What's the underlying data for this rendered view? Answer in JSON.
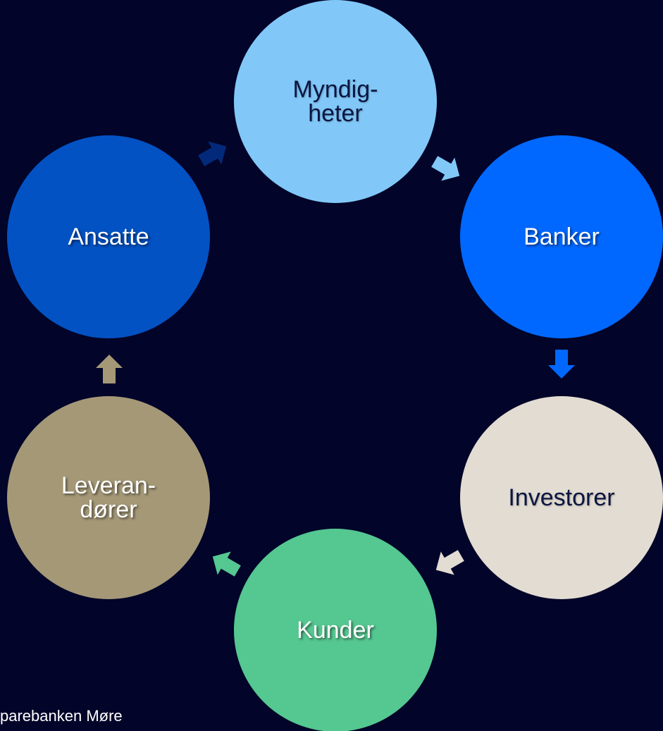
{
  "diagram": {
    "nodes": [
      {
        "id": "myndigheter",
        "label": "Myndig-\nheter",
        "color": "#81c8f8"
      },
      {
        "id": "banker",
        "label": "Banker",
        "color": "#0068ff"
      },
      {
        "id": "investorer",
        "label": "Investorer",
        "color": "#e3dcd2"
      },
      {
        "id": "kunder",
        "label": "Kunder",
        "color": "#55c790"
      },
      {
        "id": "leverandorer",
        "label": "Leveran-\ndører",
        "color": "#a49877"
      },
      {
        "id": "ansatte",
        "label": "Ansatte",
        "color": "#0252c4"
      }
    ],
    "arrow_colors": {
      "ansatte_to_myndigheter": "#032a7a",
      "myndigheter_to_banker": "#81c8f8",
      "banker_to_investorer": "#0068ff",
      "investorer_to_kunder": "#e3dcd2",
      "kunder_to_leverandorer": "#55c790",
      "leverandorer_to_ansatte": "#a49877"
    },
    "background_color": "#020429"
  },
  "footer": {
    "brand_text": "parebanken Møre"
  }
}
